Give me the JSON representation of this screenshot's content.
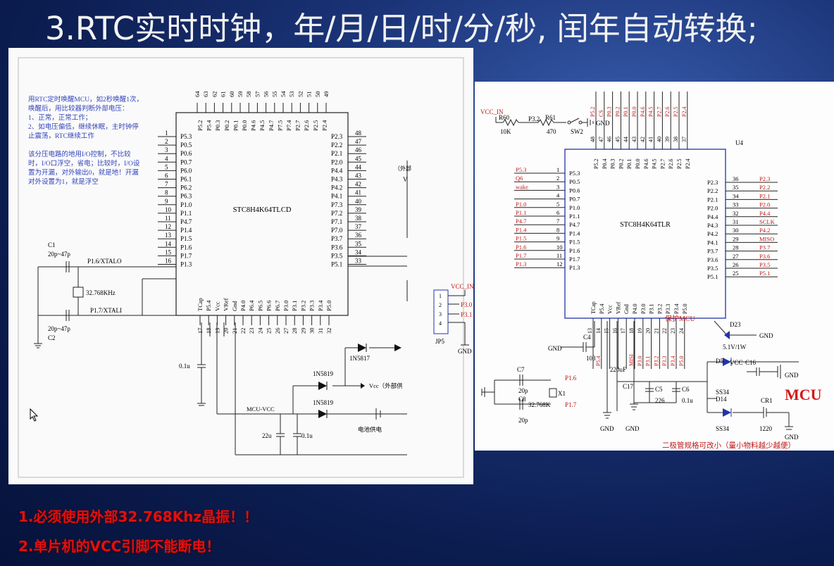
{
  "slide": {
    "title": "3.RTC实时时钟，年/月/日/时/分/秒, 闰年自动转换;"
  },
  "left_schematic": {
    "chip_name": "STC8H4K64TLCD",
    "notes": [
      "用RTC定时唤醒MCU，如2秒唤醒1次，",
      "唤醒后，用比较器判断外部电压：",
      "1、正常，正常工作；",
      "2、如电压偏低，继续休眠，主时钟停",
      "止震荡，RTC继续工作",
      "",
      "该分压电路的地用I/O控制，不比较",
      "时，I/O口浮空，省电；比较时，I/O设",
      "置为开漏，对外输出0，就是地！开漏",
      "对外设置为1，就是浮空"
    ],
    "top_pins": [
      "64",
      "63",
      "62",
      "61",
      "60",
      "59",
      "58",
      "57",
      "56",
      "55",
      "54",
      "53",
      "52",
      "51",
      "50",
      "49"
    ],
    "top_pin_names": [
      "P5.2",
      "P5.4",
      "P0.3",
      "P0.2",
      "P0.1",
      "P0.0",
      "P4.6",
      "P4.5",
      "P4.7",
      "P7.5",
      "P7.4",
      "P2.7",
      "P2.6",
      "P2.5",
      "P2.4"
    ],
    "left_pins": [
      "1",
      "2",
      "3",
      "4",
      "5",
      "6",
      "7",
      "8",
      "9",
      "10",
      "11",
      "12",
      "13",
      "14",
      "15",
      "16"
    ],
    "left_pin_names": [
      "P5.3",
      "P0.5",
      "P0.6",
      "P0.7",
      "P6.0",
      "P6.1",
      "P6.2",
      "P6.3",
      "P1.0",
      "P1.1",
      "P4.7",
      "P1.4",
      "P1.5",
      "P1.6",
      "P1.7",
      "P1.3"
    ],
    "right_pins": [
      "48",
      "47",
      "46",
      "45",
      "44",
      "43",
      "42",
      "41",
      "40",
      "39",
      "38",
      "37",
      "36",
      "35",
      "34",
      "33"
    ],
    "right_pin_names": [
      "P2.3",
      "P2.2",
      "P2.1",
      "P2.0",
      "P4.4",
      "P4.3",
      "P4.2",
      "P4.1",
      "P7.3",
      "P7.2",
      "P7.1",
      "P7.0",
      "P3.7",
      "P3.6",
      "P3.5",
      "P5.1"
    ],
    "bottom_pins": [
      "17",
      "18",
      "19",
      "20",
      "21",
      "22",
      "23",
      "24",
      "25",
      "26",
      "27",
      "28",
      "29",
      "30",
      "31",
      "32"
    ],
    "bottom_pin_names": [
      "TCap",
      "P5.4",
      "Vcc",
      "VRef",
      "Gnd",
      "P4.0",
      "P6.4",
      "P6.5",
      "P6.6",
      "P6.7",
      "P3.0",
      "P3.1",
      "P3.2",
      "P3.3",
      "P3.4",
      "P5.0"
    ],
    "c1": "C1",
    "c1_val": "20p~47p",
    "c2": "C2",
    "c2_val": "20p~47p",
    "xtal_out": "P1.6/XTALO",
    "xtal_in": "P1.7/XTALI",
    "crystal": "32.768KHz",
    "cap_01u": "0.1u",
    "d_1n5817": "1N5817",
    "d_1n5819_a": "1N5819",
    "d_1n5819_b": "1N5819",
    "vcc_ext": "Vcc（外部供",
    "mcu_vcc": "MCU-VCC",
    "cap_22u": "22u",
    "cap_01u_b": "0.1u",
    "battery": "电池供电",
    "partial_label": "（外部",
    "partial_v": "V"
  },
  "right_schematic": {
    "chip_name": "STC8H4K64TLR",
    "ref": "U4",
    "vcc_in": "VCC_IN",
    "r60": "R60",
    "r60_val": "10K",
    "p32": "P3.2",
    "r61": "R61",
    "r61_val": "470",
    "sw2": "SW2",
    "gnd": "GND",
    "top_nums": [
      "48",
      "47",
      "46",
      "45",
      "44",
      "43",
      "42",
      "41",
      "40",
      "39",
      "38",
      "37"
    ],
    "top_names": [
      "P5.2",
      "P0.4",
      "P0.3",
      "P0.2",
      "P0.1",
      "P0.0",
      "P4.6",
      "P4.5",
      "P2.7",
      "P2.6",
      "P2.5",
      "P2.4"
    ],
    "top_nets": [
      "P5.2",
      "CS",
      "P0.3",
      "P0.2",
      "P0.1",
      "P0.0",
      "P4.6",
      "P4.5",
      "P2.7",
      "P2.6",
      "P2.5",
      "P2.4"
    ],
    "left_nums": [
      "1",
      "2",
      "3",
      "4",
      "5",
      "6",
      "7",
      "8",
      "9",
      "10",
      "11",
      "12"
    ],
    "left_names": [
      "P5.3",
      "P0.5",
      "P0.6",
      "P0.7",
      "P1.0",
      "P1.1",
      "P4.7",
      "P1.4",
      "P1.5",
      "P1.6",
      "P1.7",
      "P1.3"
    ],
    "left_nets": [
      "P5.3",
      "Q6",
      "wake",
      "",
      "P1.0",
      "P1.1",
      "P4.7",
      "P1.4",
      "P1.5",
      "P1.6",
      "P1.7",
      "P1.3"
    ],
    "right_nums": [
      "36",
      "35",
      "34",
      "33",
      "32",
      "31",
      "30",
      "29",
      "28",
      "27",
      "26",
      "25"
    ],
    "right_names": [
      "P2.3",
      "P2.2",
      "P2.1",
      "P2.0",
      "P4.4",
      "P4.3",
      "P4.2",
      "P4.1",
      "P3.7",
      "P3.6",
      "P3.5",
      "P5.1"
    ],
    "right_nets": [
      "P2.3",
      "P2.2",
      "P2.1",
      "P2.0",
      "P4.4",
      "SCLK",
      "P4.2",
      "MISO",
      "P3.7",
      "P3.6",
      "P3.5",
      "P5.1"
    ],
    "bottom_nums": [
      "13",
      "14",
      "15",
      "16",
      "17",
      "18",
      "19",
      "20",
      "21",
      "22",
      "23",
      "24"
    ],
    "bottom_names": [
      "TCap",
      "P5.4",
      "Vcc",
      "VRef",
      "Gnd",
      "P4.0",
      "P3.0",
      "P3.1",
      "P3.2",
      "P3.3",
      "P3.4",
      "P5.0"
    ],
    "bottom_nets": [
      "",
      "P5.4",
      "",
      "",
      "",
      "MISI",
      "P3.0",
      "P3.1",
      "P3.2",
      "P3.3",
      "P3.4",
      "P5.0"
    ],
    "jp5": "JP5",
    "jp5_pins": [
      "1",
      "2",
      "3",
      "4"
    ],
    "jp5_vcc": "VCC_IN",
    "jp5_p30": "P3.0",
    "jp5_p31": "P3.1",
    "c4": "C4",
    "c4_val": "103",
    "c7": "C7",
    "c7_val": "20p",
    "c8": "C8",
    "c8_val": "20p",
    "x1": "X1",
    "x1_val": "32.768K",
    "p16": "P1.6",
    "p17": "P1.7",
    "c17": "C17",
    "c17_val": "220uF",
    "c5": "C5",
    "c5_val": "226",
    "c6": "C6",
    "c6_val": "0.1u",
    "d23": "D23",
    "d23_val": "5.1V/1W",
    "protect": "保护MCU",
    "d5": "D5",
    "d5_val": "SS34",
    "d14": "D14",
    "d14_val": "SS34",
    "vcc": "VCC",
    "c16": "C16",
    "cr1": "CR1",
    "cr1_val": "1220",
    "mcu": "MCU",
    "diode_note": "二极管规格可改小（量小物料越少越便）"
  },
  "notes": {
    "line1": "1.必须使用外部32.768Khz晶振！！",
    "line2": "2.单片机的VCC引脚不能断电！"
  },
  "colors": {
    "background": "#0b1c4f",
    "title": "#f2f2f2",
    "note": "#e01010",
    "schematic_blue": "#2233aa",
    "schematic_red": "#c01818"
  }
}
